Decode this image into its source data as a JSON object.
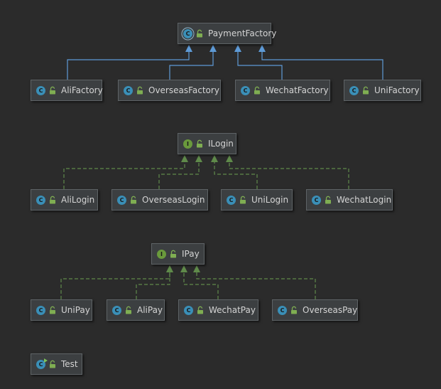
{
  "colors": {
    "background": "#2b2b2b",
    "node_fill": "#3c3f41",
    "extends_edge": "#5e9ad6",
    "implements_edge": "#5f8a4a",
    "class_badge": "#3a8fb7",
    "interface_badge": "#6a9a3c"
  },
  "groups": [
    {
      "parent": {
        "id": "PaymentFactory",
        "label": "PaymentFactory",
        "kind": "abstract",
        "badge": "C",
        "icon": "abstract-class-icon"
      },
      "relation": "extends",
      "children": [
        {
          "id": "AliFactory",
          "label": "AliFactory",
          "kind": "class",
          "badge": "C",
          "icon": "class-icon"
        },
        {
          "id": "OverseasFactory",
          "label": "OverseasFactory",
          "kind": "class",
          "badge": "C",
          "icon": "class-icon"
        },
        {
          "id": "WechatFactory",
          "label": "WechatFactory",
          "kind": "class",
          "badge": "C",
          "icon": "class-icon"
        },
        {
          "id": "UniFactory",
          "label": "UniFactory",
          "kind": "class",
          "badge": "C",
          "icon": "class-icon"
        }
      ]
    },
    {
      "parent": {
        "id": "ILogin",
        "label": "ILogin",
        "kind": "interface",
        "badge": "I",
        "icon": "interface-icon"
      },
      "relation": "implements",
      "children": [
        {
          "id": "AliLogin",
          "label": "AliLogin",
          "kind": "class",
          "badge": "C",
          "icon": "class-icon"
        },
        {
          "id": "OverseasLogin",
          "label": "OverseasLogin",
          "kind": "class",
          "badge": "C",
          "icon": "class-icon"
        },
        {
          "id": "UniLogin",
          "label": "UniLogin",
          "kind": "class",
          "badge": "C",
          "icon": "class-icon"
        },
        {
          "id": "WechatLogin",
          "label": "WechatLogin",
          "kind": "class",
          "badge": "C",
          "icon": "class-icon"
        }
      ]
    },
    {
      "parent": {
        "id": "IPay",
        "label": "IPay",
        "kind": "interface",
        "badge": "I",
        "icon": "interface-icon"
      },
      "relation": "implements",
      "children": [
        {
          "id": "UniPay",
          "label": "UniPay",
          "kind": "class",
          "badge": "C",
          "icon": "class-icon"
        },
        {
          "id": "AliPay",
          "label": "AliPay",
          "kind": "class",
          "badge": "C",
          "icon": "class-icon"
        },
        {
          "id": "WechatPay",
          "label": "WechatPay",
          "kind": "class",
          "badge": "C",
          "icon": "class-icon"
        },
        {
          "id": "OverseasPay",
          "label": "OverseasPay",
          "kind": "class",
          "badge": "C",
          "icon": "class-icon"
        }
      ]
    }
  ],
  "standalone": [
    {
      "id": "Test",
      "label": "Test",
      "kind": "main",
      "badge": "C",
      "icon": "runnable-class-icon"
    }
  ]
}
